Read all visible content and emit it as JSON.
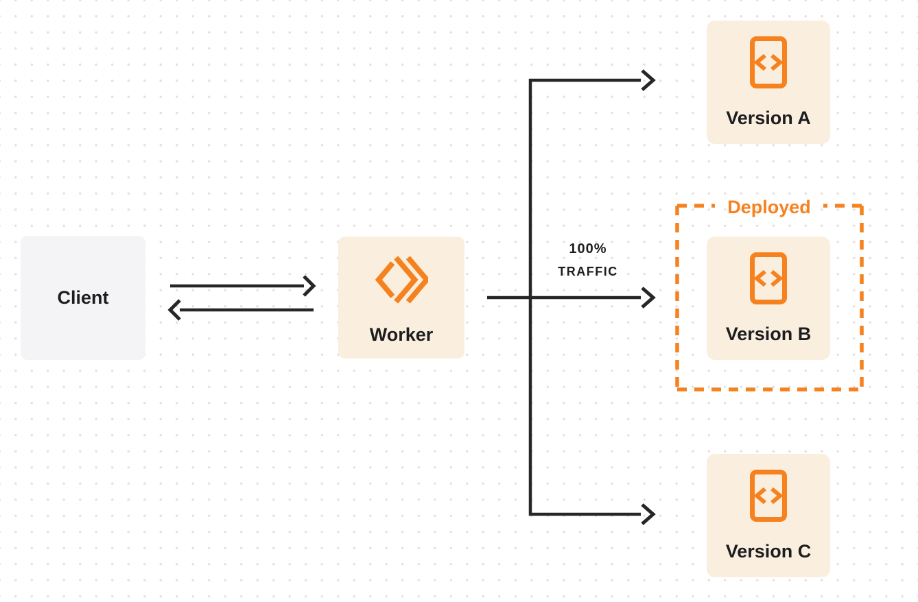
{
  "theme": {
    "page_bg": "#ffffff",
    "dot_color": "#e2e2e2",
    "accent_orange": "#f6821f",
    "arrow_color": "#262626",
    "node_cream": "#faefdf",
    "client_gray": "#f4f4f6",
    "text_dark": "#1d1d1f"
  },
  "nodes": {
    "client": {
      "label": "Client"
    },
    "worker": {
      "label": "Worker",
      "icon": "workers-logo-icon"
    },
    "version_a": {
      "label": "Version A",
      "icon": "code-file-icon"
    },
    "version_b": {
      "label": "Version B",
      "icon": "code-file-icon"
    },
    "version_c": {
      "label": "Version C",
      "icon": "code-file-icon"
    }
  },
  "annotations": {
    "deployed": {
      "label": "Deployed"
    },
    "traffic": {
      "line1": "100%",
      "line2": "TRAFFIC"
    }
  }
}
